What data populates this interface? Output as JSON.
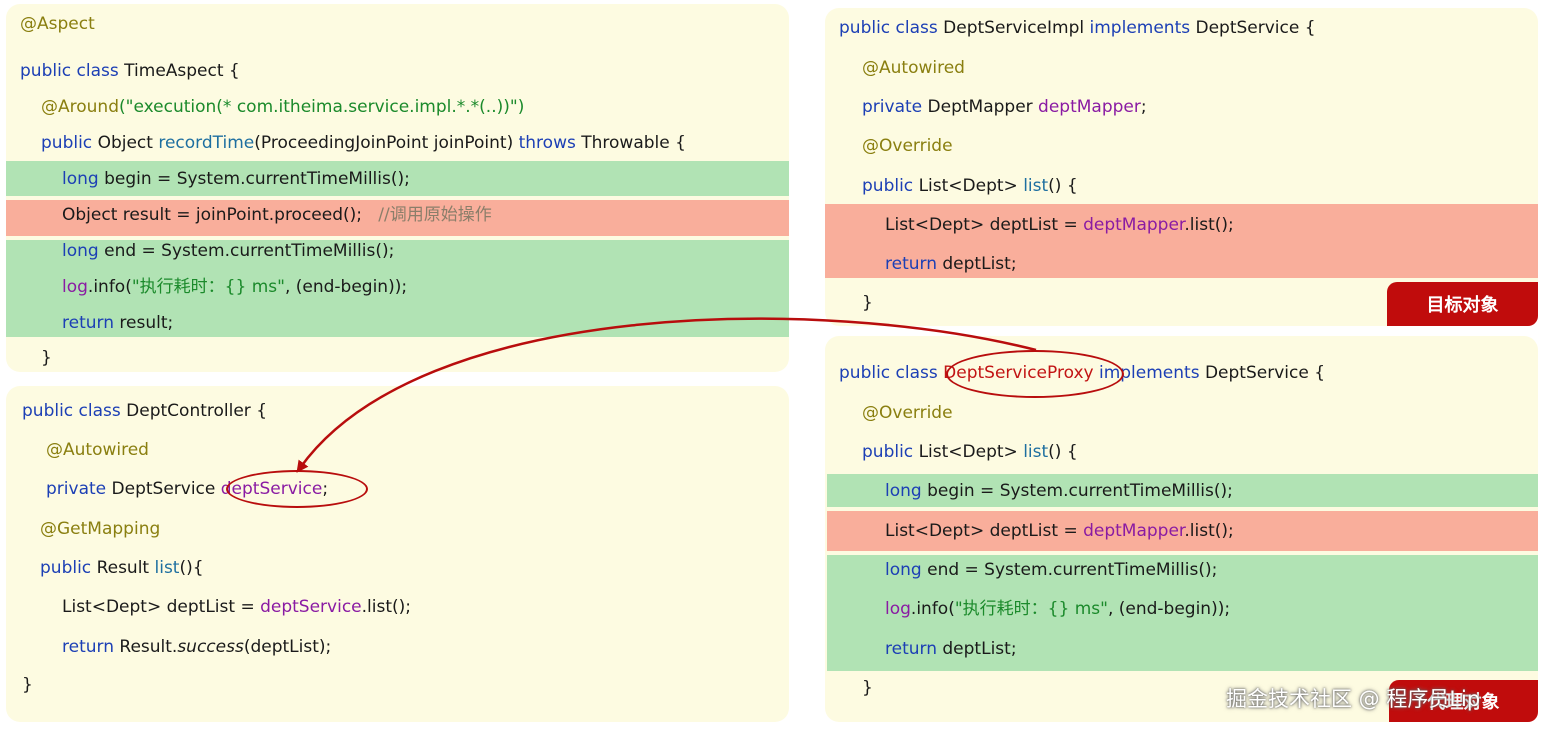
{
  "aspect": {
    "annotation": "@Aspect",
    "class_kw": "public class",
    "class_name": "TimeAspect {",
    "around": "@Around",
    "around_arg": "(\"execution(* com.itheima.service.impl.*.*(..))\")",
    "method_public": "public",
    "method_ret": "Object",
    "method_name": "recordTime",
    "method_params": "(ProceedingJoinPoint joinPoint)",
    "throws_kw": "throws",
    "throws_rest": "Throwable {",
    "begin_kw": "long",
    "begin_rest": "begin = System.currentTimeMillis();",
    "proceed": "Object result = joinPoint.proceed();",
    "proceed_comment": "//调用原始操作",
    "end_kw": "long",
    "end_rest": "end = System.currentTimeMillis();",
    "log_obj": "log",
    "log_rest": ".info(",
    "log_str": "\"执行耗时：{} ms\"",
    "log_args": ", (end-begin));",
    "return_kw": "return",
    "return_rest": "result;",
    "close": "}"
  },
  "controller": {
    "class_kw": "public class",
    "class_name": "DeptController {",
    "autowired": "@Autowired",
    "field_kw": "private",
    "field_type": "DeptService",
    "field_name": "deptService",
    "field_end": ";",
    "getmapping": "@GetMapping",
    "method_kw": "public",
    "method_ret": "Result",
    "method_name": "list",
    "method_rest": "(){",
    "list_decl": "List<Dept> deptList =",
    "list_field": "deptService",
    "list_call": ".list();",
    "return_kw": "return",
    "return_rest_1": "Result.",
    "return_italic": "success",
    "return_rest_2": "(deptList);",
    "close": "}"
  },
  "impl": {
    "class_kw": "public class",
    "class_name": "DeptServiceImpl",
    "implements_kw": "implements",
    "interface": "DeptService {",
    "autowired": "@Autowired",
    "field_kw": "private",
    "field_type": "DeptMapper",
    "field_name": "deptMapper",
    "field_end": ";",
    "override": "@Override",
    "method_kw": "public",
    "method_ret": "List<Dept>",
    "method_name": "list",
    "method_rest": "() {",
    "list_decl": "List<Dept> deptList =",
    "list_field": "deptMapper",
    "list_call": ".list();",
    "return_kw": "return",
    "return_rest": "deptList;",
    "close": "}",
    "tag": "目标对象"
  },
  "proxy": {
    "class_kw": "public class",
    "class_name": "DeptServiceProxy",
    "implements_kw": "implements",
    "interface": "DeptService {",
    "override": "@Override",
    "method_kw": "public",
    "method_ret": "List<Dept>",
    "method_name": "list",
    "method_rest": "() {",
    "begin_kw": "long",
    "begin_rest": "begin = System.currentTimeMillis();",
    "list_decl": "List<Dept> deptList =",
    "list_field": "deptMapper",
    "list_call": ".list();",
    "end_kw": "long",
    "end_rest": "end = System.currentTimeMillis();",
    "log_obj": "log",
    "log_rest": ".info(",
    "log_str": "\"执行耗时：{} ms\"",
    "log_args": ", (end-begin));",
    "return_kw": "return",
    "return_rest": "deptList;",
    "close": "}",
    "tag": "代理对象"
  },
  "watermark": "掘金技术社区 @ 程序员Lip",
  "colors": {
    "panel_bg": "#fdfbe1",
    "highlight_green": "#b1e3b4",
    "highlight_red": "#f9ae9b",
    "tag_red": "#c00c0c",
    "arrow_red": "#b80d0d",
    "keyword_blue": "#1c3fb5",
    "annotation_olive": "#8a7f10",
    "string_green": "#1b8a2b",
    "field_purple": "#8a1ba3"
  }
}
